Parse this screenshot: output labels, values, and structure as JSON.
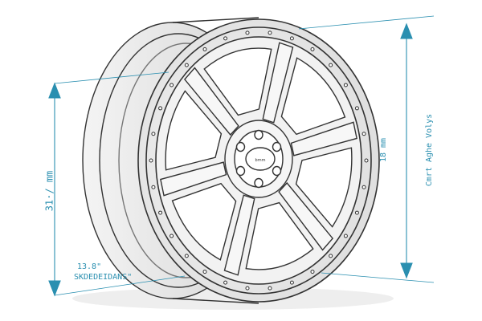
{
  "dimensions": {
    "left_vertical": "31·/ mm",
    "bottom_left_value": "13.8\"",
    "bottom_left_label": "SKDEDEIDANS\"",
    "right_inner": "18 mm",
    "right_outer": "Cmrt Aghe  Volys"
  },
  "hub": {
    "badge_text": "bmm"
  },
  "colors": {
    "line": "#333333",
    "accent": "#2a8fb0",
    "shade": "#e4e4e4"
  }
}
